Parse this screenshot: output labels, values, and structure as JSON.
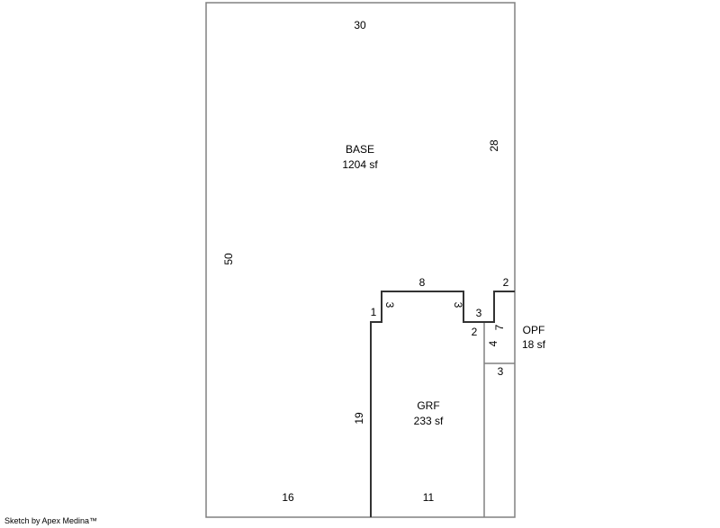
{
  "areas": {
    "base": {
      "name": "BASE",
      "area": "1204 sf"
    },
    "grf": {
      "name": "GRF",
      "area": "233 sf"
    },
    "opf": {
      "name": "OPF",
      "area": "18 sf"
    }
  },
  "dimensions": {
    "base_top": "30",
    "base_right": "28",
    "base_left": "50",
    "base_bottom_left": "16",
    "grf_bottom": "11",
    "grf_left": "19",
    "grf_step_left": "1",
    "grf_notch_left": "3",
    "grf_top": "8",
    "grf_notch_right": "3",
    "grf_step_right": "3",
    "grf_right_upper": "2",
    "opf_top": "2",
    "opf_right": "7",
    "opf_left": "4",
    "opf_bottom": "3"
  },
  "colors": {
    "outline": "#808080",
    "addition": "#333333"
  },
  "footer": "Sketch by Apex Medina™"
}
